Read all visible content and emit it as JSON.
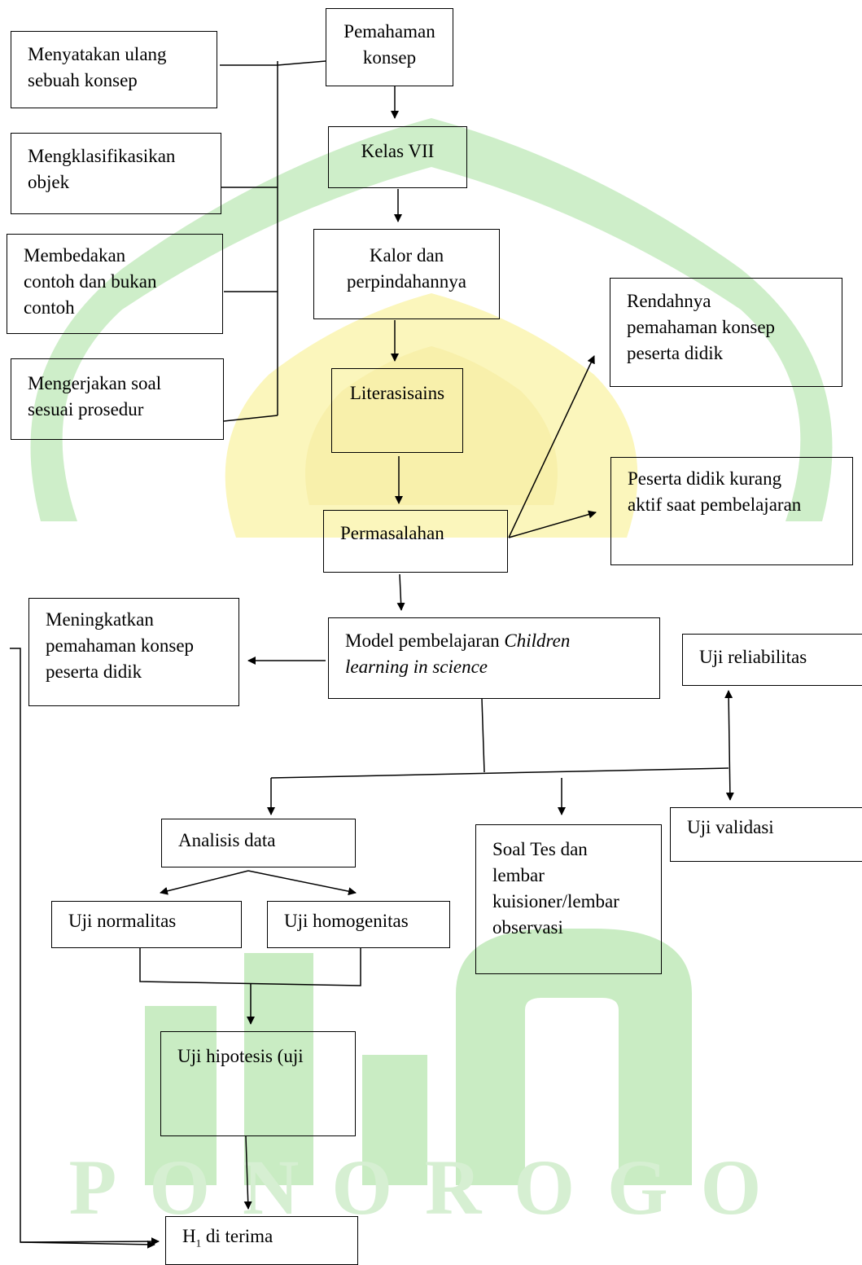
{
  "colors": {
    "watermark_green": "#c9ecc3",
    "watermark_yellow": "#fbf5b5",
    "watermark_text": "#d6efd2"
  },
  "watermark": {
    "text": "PONOROGO"
  },
  "boxes": {
    "pemahaman_konsep": {
      "l1": "Pemahaman",
      "l2": "konsep"
    },
    "menyatakan": {
      "l1": "Menyatakan ulang",
      "l2": "sebuah konsep"
    },
    "mengklasifikasikan": {
      "l1": "Mengklasifikasikan",
      "l2": "objek"
    },
    "membedakan": {
      "l1": "Membedakan",
      "l2": "contoh dan bukan",
      "l3": "contoh"
    },
    "mengerjakan": {
      "l1": "Mengerjakan soal",
      "l2": "sesuai prosedur"
    },
    "kelas": {
      "l1": "Kelas VII"
    },
    "kalor": {
      "l1": "Kalor dan",
      "l2": "perpindahannya"
    },
    "literasi": {
      "l1": "Literasisains"
    },
    "permasalahan": {
      "l1": "Permasalahan"
    },
    "rendahnya": {
      "l1": "Rendahnya",
      "l2": "pemahaman konsep",
      "l3": "peserta didik"
    },
    "kurang_aktif": {
      "l1": "Peserta didik kurang",
      "l2": "aktif saat pembelajaran"
    },
    "model": {
      "l1": "Model pembelajaran ",
      "l1_italic": "Children",
      "l2_italic": "learning in science"
    },
    "meningkatkan": {
      "l1": "Meningkatkan",
      "l2": "pemahaman konsep",
      "l3": "peserta didik"
    },
    "reliabilitas": {
      "l1": "Uji reliabilitas"
    },
    "validasi": {
      "l1": "Uji validasi"
    },
    "soal": {
      "l1": "Soal Tes dan",
      "l2": "lembar",
      "l3": "kuisioner/lembar",
      "l4": "observasi"
    },
    "analisis": {
      "l1": "Analisis data"
    },
    "normalitas": {
      "l1": "Uji normalitas"
    },
    "homogenitas": {
      "l1": "Uji homogenitas"
    },
    "hipotesis": {
      "l1": "Uji hipotesis (uji"
    },
    "h1": {
      "h": "H",
      "sub": "1",
      "rest": " di terima"
    }
  }
}
